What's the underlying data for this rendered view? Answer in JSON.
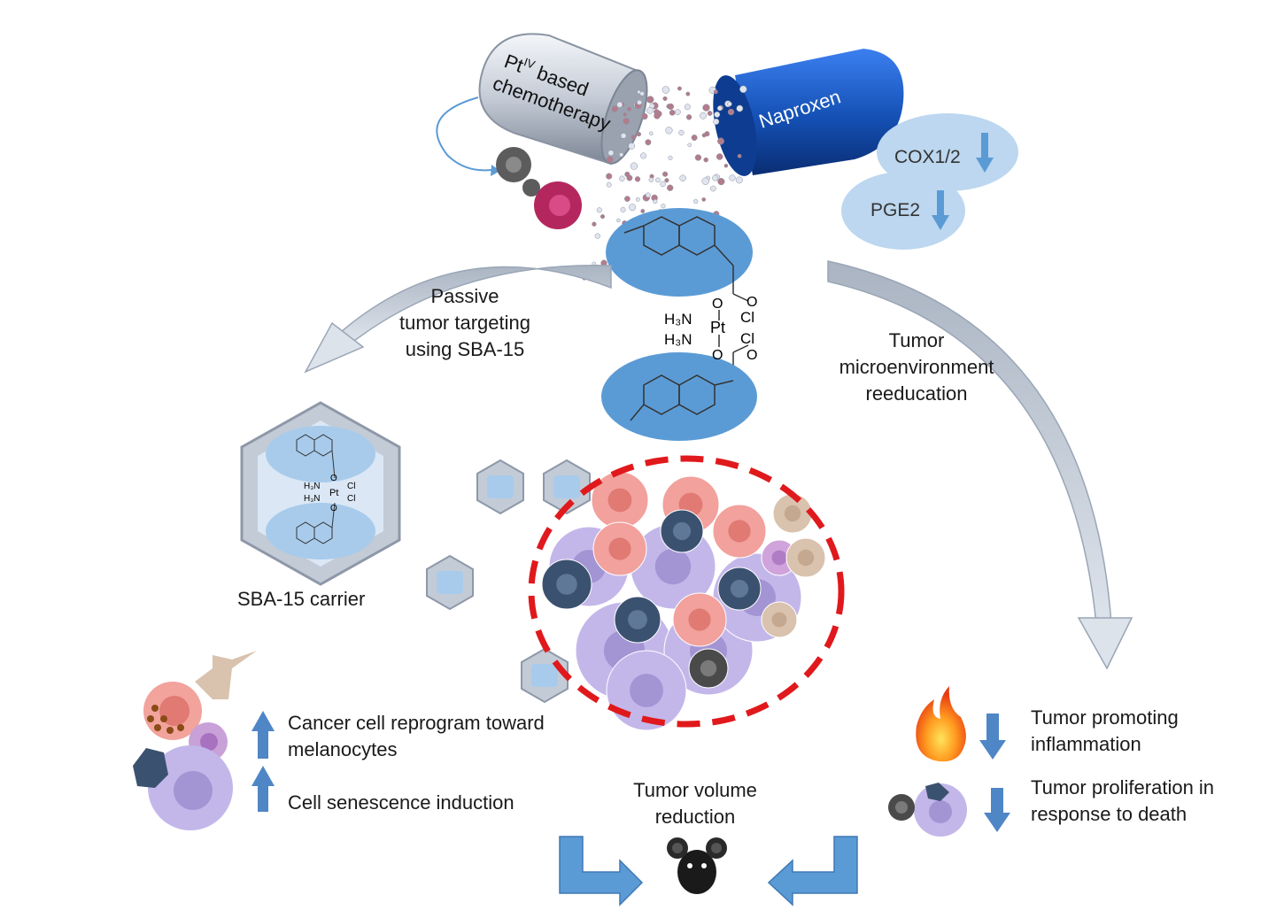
{
  "capsule": {
    "pt_label_line1": "Pt",
    "pt_label_sup": "IV",
    "pt_label_line1_rest": " based",
    "pt_label_line2": "chemotherapy",
    "naproxen_label": "Naproxen"
  },
  "cox": {
    "cox_label": "COX1/2",
    "pge_label": "PGE2"
  },
  "molecule": {
    "h3n_top": "H₃N",
    "h3n_bottom": "H₃N",
    "pt": "Pt",
    "cl_top": "Cl",
    "cl_bottom": "Cl",
    "o": "O"
  },
  "labels": {
    "passive_line1": "Passive",
    "passive_line2": "tumor targeting",
    "passive_line3": "using SBA-15",
    "tme_line1": "Tumor",
    "tme_line2": "microenvironment",
    "tme_line3": "reeducation",
    "sba_carrier": "SBA-15 carrier",
    "reprogram_line1": "Cancer cell reprogram toward",
    "reprogram_line2": "melanocytes",
    "senescence": "Cell senescence induction",
    "volume_line1": "Tumor volume",
    "volume_line2": "reduction",
    "inflammation_line1": "Tumor promoting",
    "inflammation_line2": "inflammation",
    "proliferation_line1": "Tumor proliferation in",
    "proliferation_line2": "response to death"
  },
  "colors": {
    "naproxen_blue": "#1450b4",
    "ellipse_blue": "#5b9bd5",
    "arrow_blue": "#4f86c6",
    "gray_arrow": "#c8d0dc",
    "tumor_dash": "#e0191c",
    "cell_purple": "#b7a9e0",
    "cell_pink": "#f2a19c",
    "cell_navy": "#3b5170"
  }
}
